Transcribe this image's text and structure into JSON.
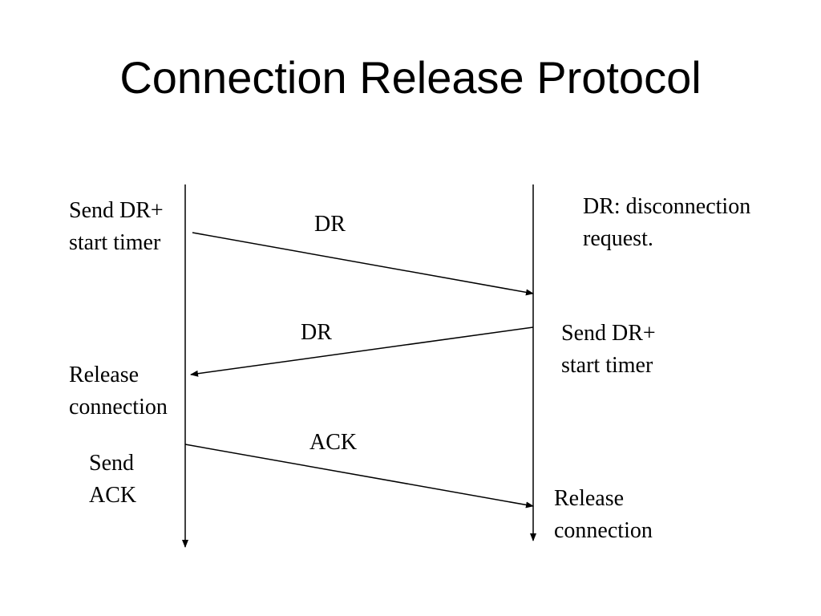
{
  "slide": {
    "title": "Connection Release Protocol"
  },
  "left_side": {
    "send_dr": [
      "Send DR+",
      "start timer"
    ],
    "release": [
      "Release",
      "connection"
    ],
    "send_ack": [
      "Send",
      "ACK"
    ]
  },
  "right_side": {
    "note": [
      "DR: disconnection",
      "request."
    ],
    "send_dr": [
      "Send DR+",
      "start timer"
    ],
    "release": [
      "Release",
      "connection"
    ]
  },
  "messages": [
    {
      "label": "DR",
      "direction": "left-to-right"
    },
    {
      "label": "DR",
      "direction": "right-to-left"
    },
    {
      "label": "ACK",
      "direction": "left-to-right"
    }
  ]
}
